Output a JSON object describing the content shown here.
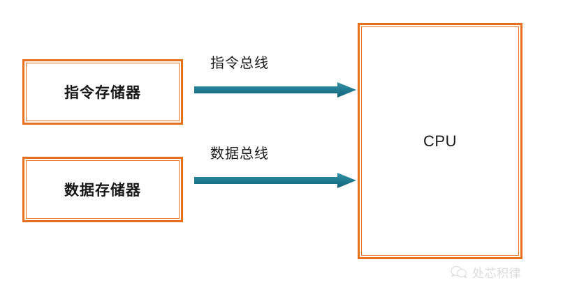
{
  "diagram": {
    "title": "Harvard architecture bus diagram",
    "colors": {
      "box_border": "#E8701A",
      "arrow_teal_light": "#2E8CA0",
      "arrow_teal_dark": "#17687B",
      "background": "#FFFFFF",
      "text": "#171717",
      "watermark": "#8A8A8A"
    },
    "boxes": [
      {
        "id": "instruction-memory",
        "label": "指令存储器"
      },
      {
        "id": "data-memory",
        "label": "数据存储器"
      },
      {
        "id": "cpu",
        "label": "CPU"
      }
    ],
    "connections": [
      {
        "id": "instruction-bus",
        "label": "指令总线",
        "from": "instruction-memory",
        "to": "cpu",
        "direction": "right"
      },
      {
        "id": "data-bus",
        "label": "数据总线",
        "from": "data-memory",
        "to": "cpu",
        "direction": "right"
      }
    ]
  },
  "watermark": {
    "text": "处芯积律",
    "icon": "wechat-bubbles-icon"
  }
}
